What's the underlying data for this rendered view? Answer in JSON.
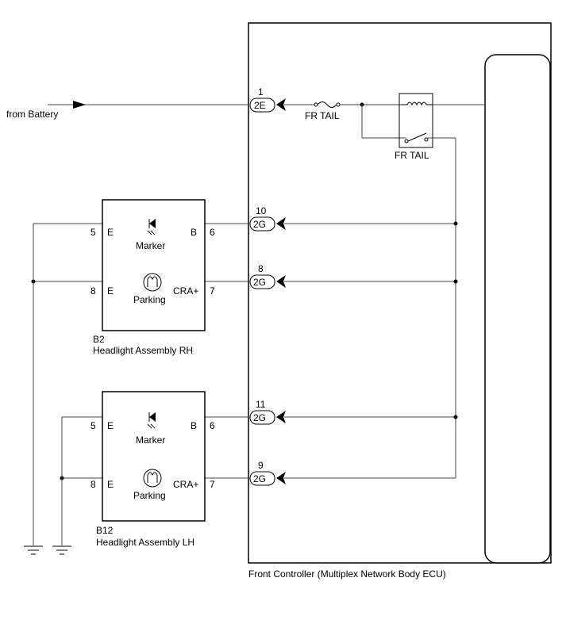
{
  "colors": {
    "line": "#444444",
    "ink": "#000000",
    "background": "#ffffff"
  },
  "battery_label": "from Battery",
  "ecu": {
    "label": "Front Controller (Multiplex Network Body ECU)",
    "connectors": [
      {
        "pin": "1",
        "connector": "2E"
      },
      {
        "pin": "10",
        "connector": "2G"
      },
      {
        "pin": "8",
        "connector": "2G"
      },
      {
        "pin": "11",
        "connector": "2G"
      },
      {
        "pin": "9",
        "connector": "2G"
      }
    ],
    "fuse_label": "FR TAIL",
    "relay_label": "FR TAIL"
  },
  "headlights": [
    {
      "code": "B2",
      "name": "Headlight Assembly RH",
      "marker": {
        "label": "Marker",
        "pin_e": "5",
        "e_label": "E",
        "pin_b": "6",
        "b_label": "B"
      },
      "parking": {
        "label": "Parking",
        "pin_e": "8",
        "e_label": "E",
        "pin_cra": "7",
        "cra_label": "CRA+"
      }
    },
    {
      "code": "B12",
      "name": "Headlight Assembly LH",
      "marker": {
        "label": "Marker",
        "pin_e": "5",
        "e_label": "E",
        "pin_b": "6",
        "b_label": "B"
      },
      "parking": {
        "label": "Parking",
        "pin_e": "8",
        "e_label": "E",
        "pin_cra": "7",
        "cra_label": "CRA+"
      }
    }
  ],
  "icons": [
    "arrow-right-icon",
    "fuse-icon",
    "relay-icon",
    "led-diode-icon",
    "bulb-icon",
    "ground-icon",
    "connector-chevron-icon"
  ]
}
